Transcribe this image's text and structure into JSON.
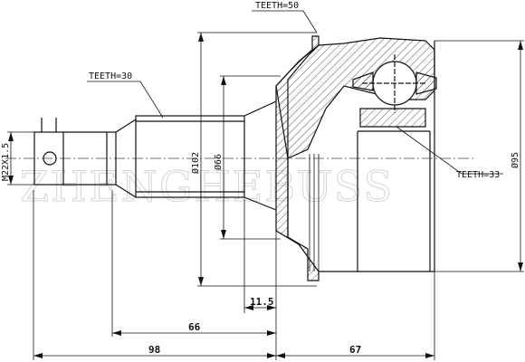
{
  "labels": {
    "teeth_50": "TEETH=50",
    "teeth_30": "TEETH=30",
    "teeth_33": "TEETH=33",
    "thread": "M22X1.5",
    "dia_102": "Ø102",
    "dia_66": "Ø66",
    "dia_95": "Ø95",
    "dim_11_5": "11.5",
    "dim_66": "66",
    "dim_98": "98",
    "dim_67": "67"
  },
  "watermark": "ZHENGHEBUSS"
}
